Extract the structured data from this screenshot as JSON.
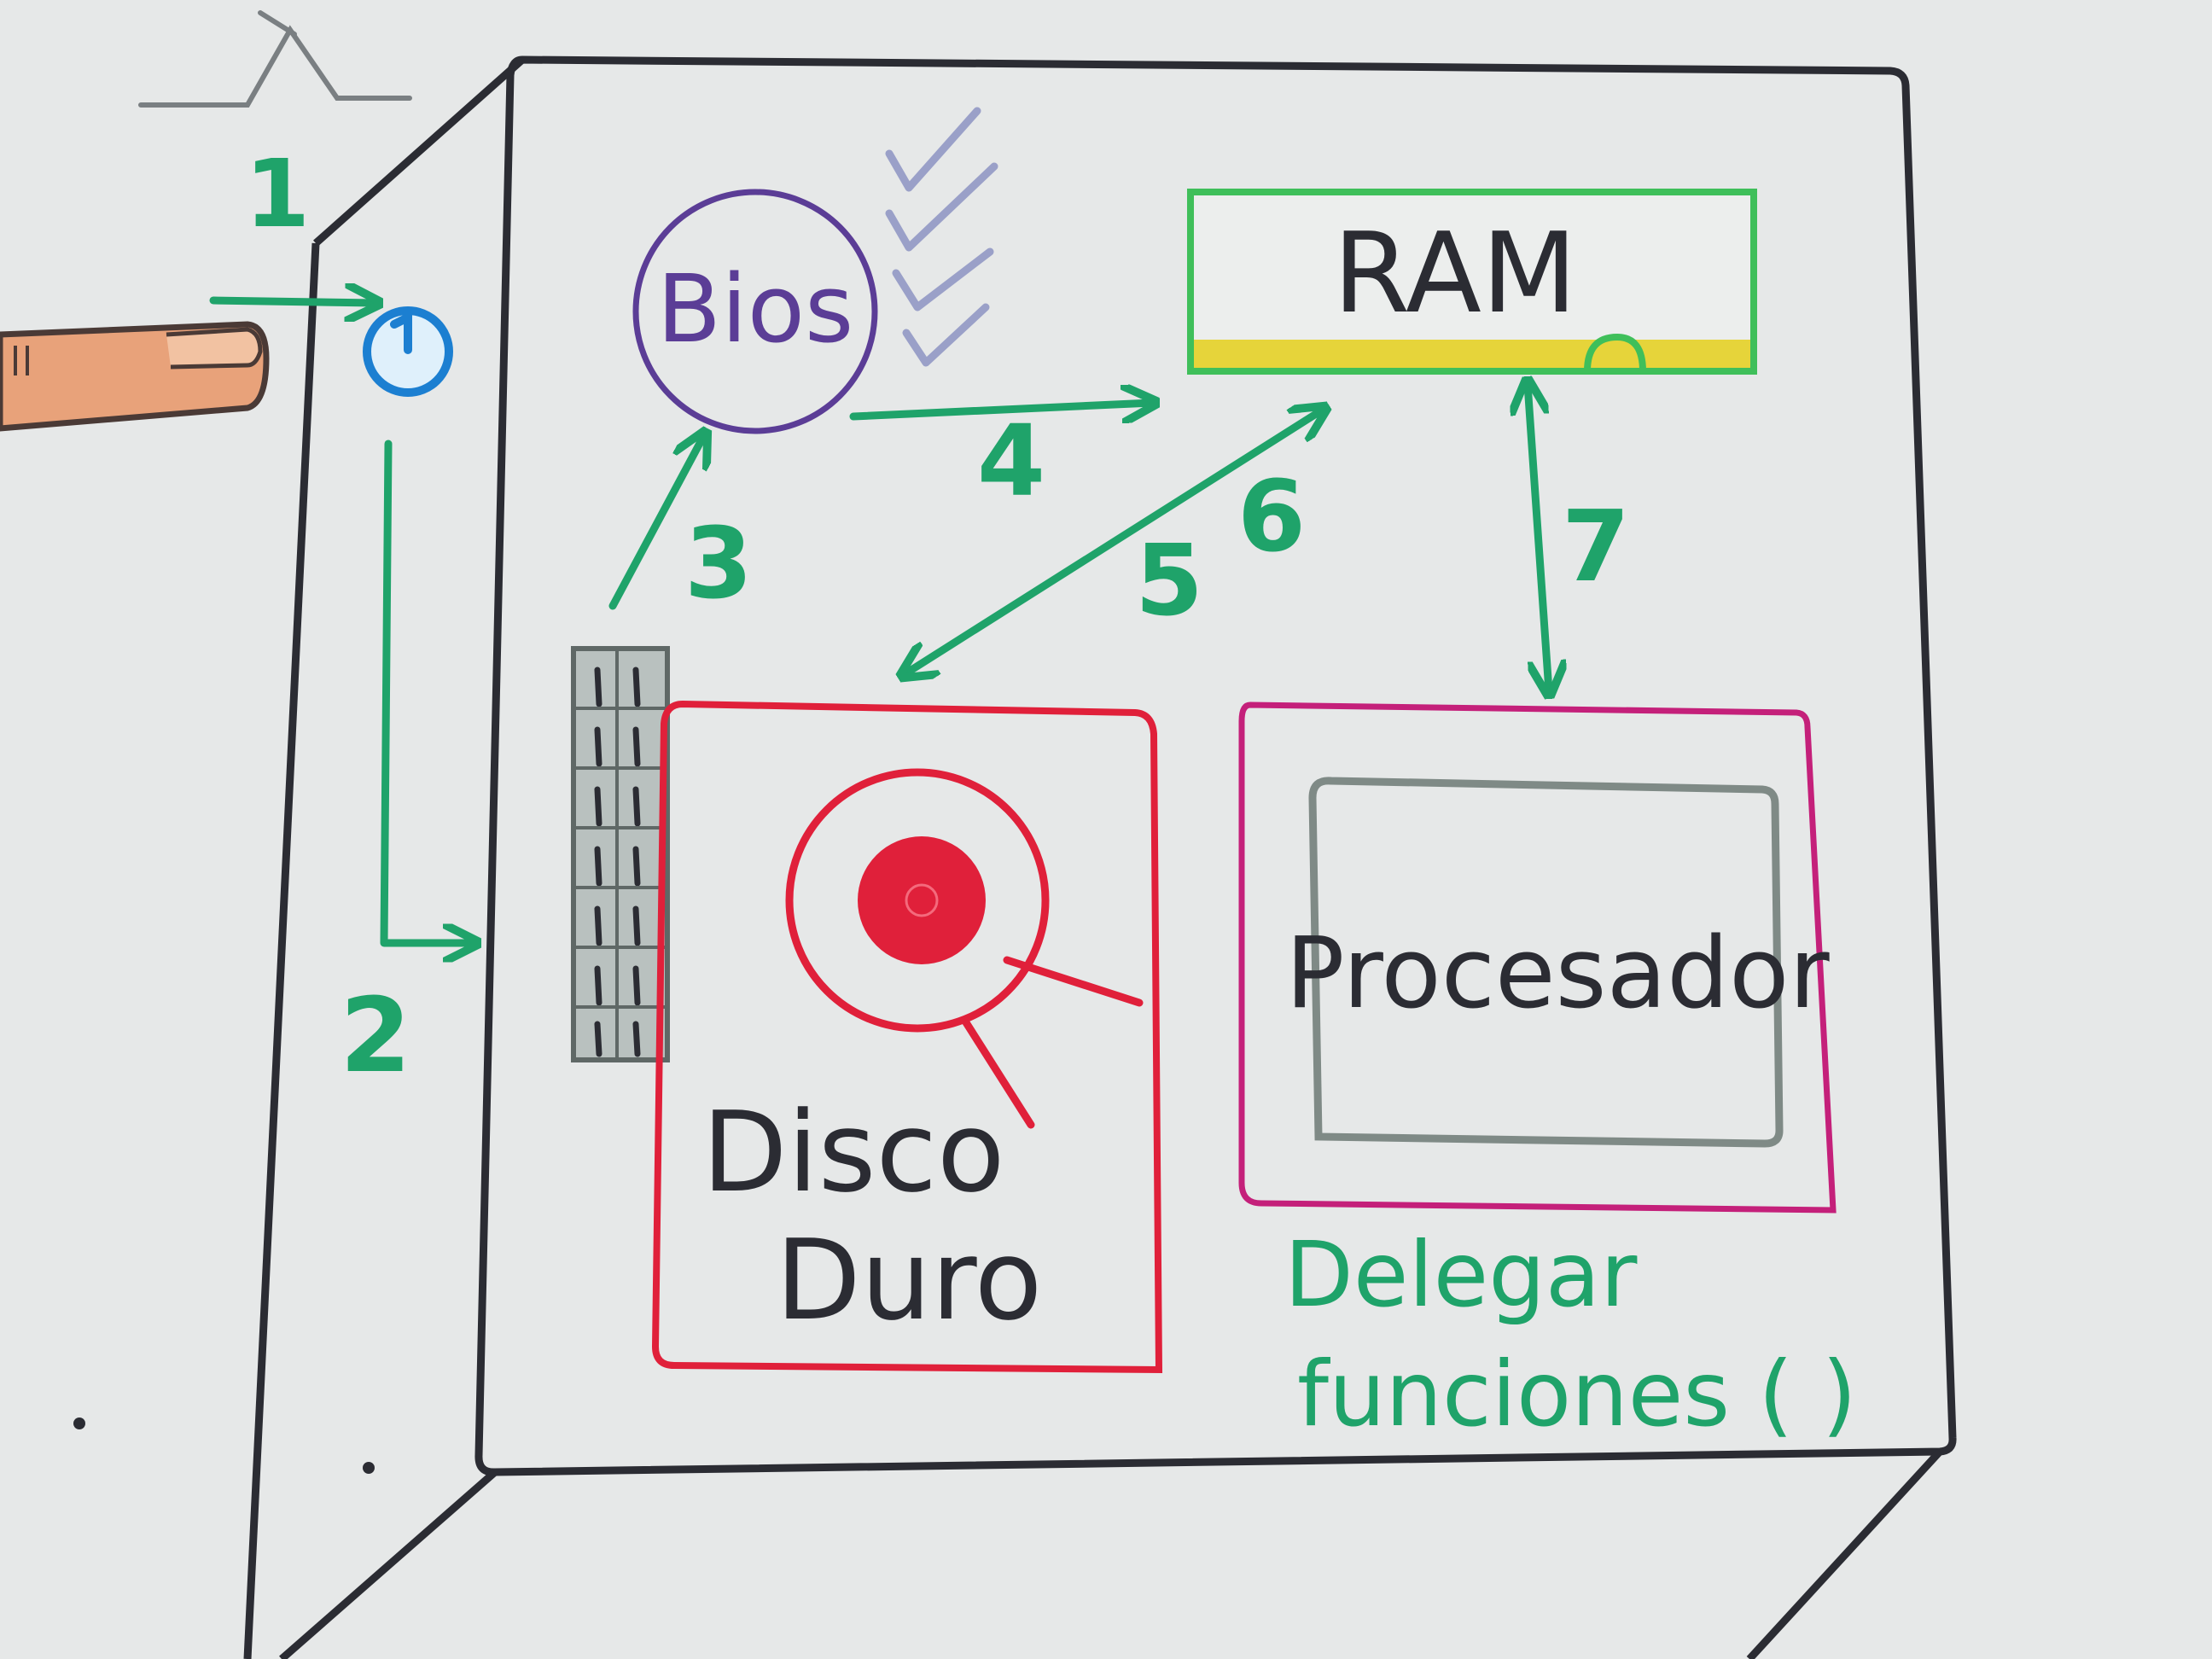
{
  "labels": {
    "bios": "Bios",
    "ram": "RAM",
    "disk_line1": "Disco",
    "disk_line2": "Duro",
    "processor": "Procesador",
    "delegate_line1": "Delegar",
    "delegate_line2": "funciones ( )"
  },
  "steps": [
    "1",
    "2",
    "3",
    "4",
    "5",
    "6",
    "7"
  ],
  "colors": {
    "paper": "#e6e8e8",
    "case_outline": "#2b2c33",
    "arrow_green": "#1fa36a",
    "bios_purple": "#5b3d96",
    "ram_green": "#3fbf5a",
    "ram_yellow": "#e6d43a",
    "disk_red": "#e0203a",
    "processor_magenta": "#c4207a",
    "processor_inner": "#7f8a86",
    "power_blue": "#1c7fd1",
    "finger": "#e8a27a",
    "checkmarks": "#9aa0c8",
    "connector_gray": "#7e8785"
  },
  "icons": [
    "power-button-icon",
    "finger-icon",
    "checkmark-icon",
    "disk-platter-icon",
    "connector-icon"
  ]
}
